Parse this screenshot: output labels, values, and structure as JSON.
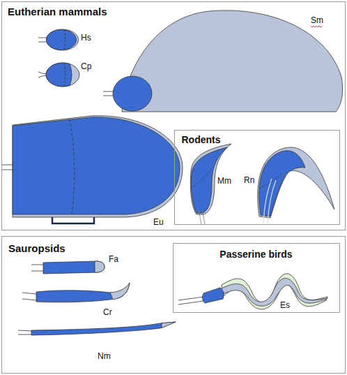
{
  "diagram": {
    "nodes": [
      {
        "text": [
          "Eutherian mammals"
        ]
      },
      {
        "text": [
          "Rodents"
        ],
        "in": 0
      },
      {
        "text": [
          "Sauropsids"
        ]
      },
      {
        "text": [
          "Passerine birds"
        ],
        "in": 2
      }
    ],
    "labels": [
      "Hs",
      "Cp",
      "Sm",
      "Eu",
      "Mm",
      "Rn",
      "Fa",
      "Cr",
      "Nm",
      "Es"
    ]
  }
}
